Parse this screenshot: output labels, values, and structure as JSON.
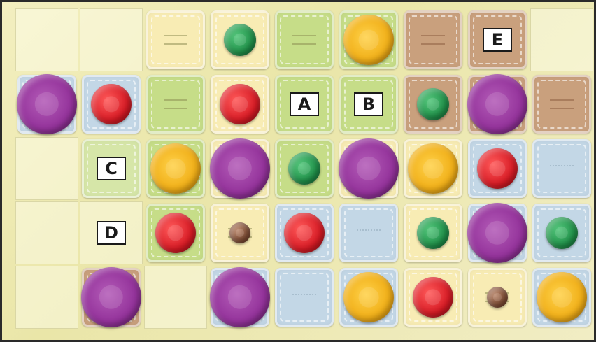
{
  "board": {
    "rows": [
      [
        {
          "tile": "empty",
          "token": null,
          "label": null
        },
        {
          "tile": "empty",
          "token": null,
          "label": null
        },
        {
          "tile": "cream",
          "token": null,
          "label": null
        },
        {
          "tile": "cream",
          "token": "green",
          "label": null
        },
        {
          "tile": "green",
          "token": null,
          "label": null
        },
        {
          "tile": "green",
          "token": "yellow",
          "label": null
        },
        {
          "tile": "brown",
          "token": null,
          "label": null
        },
        {
          "tile": "brown",
          "token": null,
          "label": "E"
        },
        {
          "tile": "empty",
          "token": null,
          "label": null
        }
      ],
      [
        {
          "tile": "blue",
          "token": "purple",
          "label": null
        },
        {
          "tile": "blue",
          "token": "red",
          "label": null
        },
        {
          "tile": "green",
          "token": null,
          "label": null
        },
        {
          "tile": "cream",
          "token": "red",
          "label": null
        },
        {
          "tile": "green",
          "token": null,
          "label": "A"
        },
        {
          "tile": "green",
          "token": null,
          "label": "B"
        },
        {
          "tile": "brown",
          "token": "green",
          "label": null
        },
        {
          "tile": "brown",
          "token": "purple",
          "label": null
        },
        {
          "tile": "brown",
          "token": null,
          "label": null
        }
      ],
      [
        {
          "tile": "empty",
          "token": null,
          "label": null
        },
        {
          "tile": "lightgreen",
          "token": null,
          "label": "C"
        },
        {
          "tile": "green",
          "token": "yellow",
          "label": null
        },
        {
          "tile": "cream",
          "token": "purple",
          "label": null
        },
        {
          "tile": "green",
          "token": "green",
          "label": null
        },
        {
          "tile": "cream",
          "token": "purple",
          "label": null
        },
        {
          "tile": "cream",
          "token": "yellow",
          "label": null
        },
        {
          "tile": "blue",
          "token": "red",
          "label": null
        },
        {
          "tile": "blue",
          "token": null,
          "label": null
        }
      ],
      [
        {
          "tile": "empty",
          "token": null,
          "label": null
        },
        {
          "tile": "empty",
          "token": null,
          "label": "D"
        },
        {
          "tile": "green",
          "token": "red",
          "label": null
        },
        {
          "tile": "cream",
          "token": "browntok",
          "label": null
        },
        {
          "tile": "blue",
          "token": "red",
          "label": null
        },
        {
          "tile": "blue",
          "token": null,
          "label": null
        },
        {
          "tile": "cream",
          "token": "green",
          "label": null
        },
        {
          "tile": "blue",
          "token": "purple",
          "label": null
        },
        {
          "tile": "blue",
          "token": "green",
          "label": null
        }
      ],
      [
        {
          "tile": "empty",
          "token": null,
          "label": null
        },
        {
          "tile": "brown",
          "token": "purple",
          "label": null
        },
        {
          "tile": "empty",
          "token": null,
          "label": null
        },
        {
          "tile": "blue",
          "token": "purple",
          "label": null
        },
        {
          "tile": "blue",
          "token": null,
          "label": null
        },
        {
          "tile": "blue",
          "token": "yellow",
          "label": null
        },
        {
          "tile": "cream",
          "token": "red",
          "label": null
        },
        {
          "tile": "cream",
          "token": "browntok",
          "label": null
        },
        {
          "tile": "blue",
          "token": "yellow",
          "label": null
        }
      ]
    ]
  },
  "colors": {
    "cream": "#f8ecb4",
    "green": "#c6dd88",
    "blue": "#c3d7e6",
    "brown": "#c9a07d",
    "token_purple": "#93329a",
    "token_yellow": "#f0ae17",
    "token_red": "#d61a24",
    "token_green": "#1f8f48",
    "token_brown": "#7c4a32"
  }
}
